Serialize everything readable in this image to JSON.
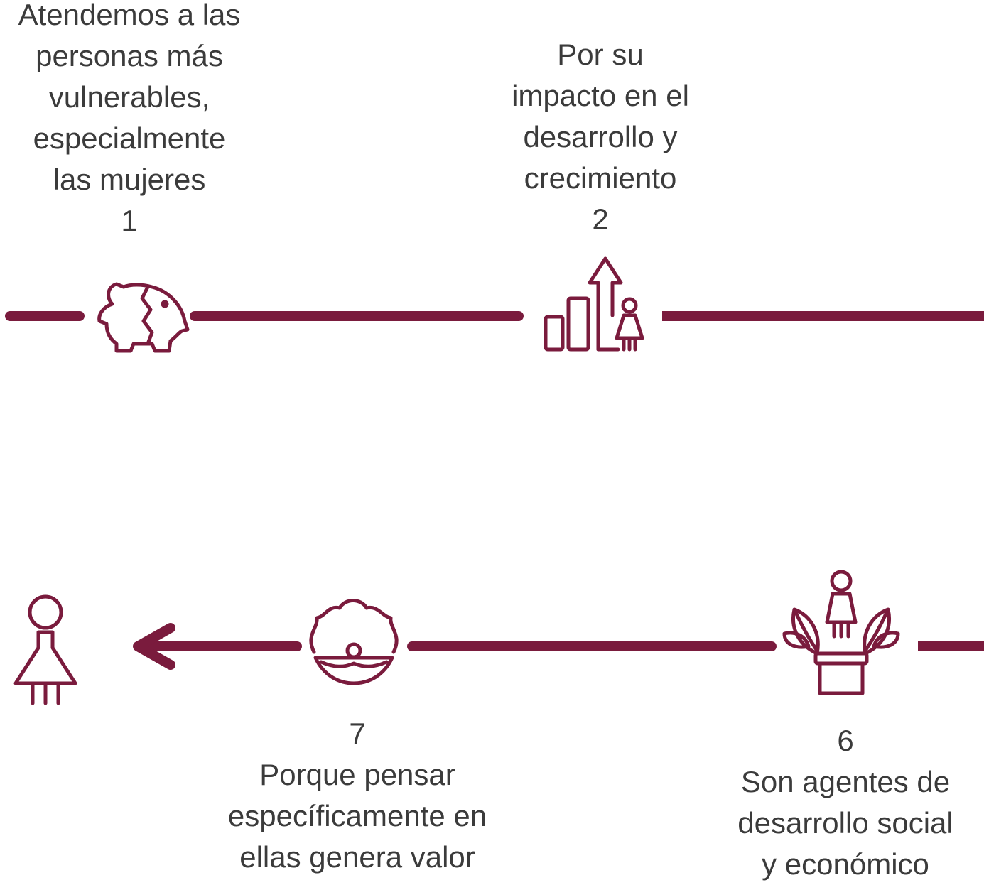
{
  "colors": {
    "accent": "#7a1b3d",
    "text": "#3b3b3b"
  },
  "steps": [
    {
      "number": "1",
      "lines": [
        "Atendemos a las",
        "personas más",
        "vulnerables,",
        "especialmente",
        "las mujeres"
      ],
      "icon": "broken-piggy-bank-icon"
    },
    {
      "number": "2",
      "lines": [
        "Por su",
        "impacto en el",
        "desarrollo y",
        "crecimiento"
      ],
      "icon": "growth-chart-woman-icon"
    },
    {
      "number": "6",
      "lines": [
        "Son agentes de",
        "desarrollo social",
        "y económico"
      ],
      "icon": "woman-plant-pot-icon"
    },
    {
      "number": "7",
      "lines": [
        "Porque pensar",
        "específicamente en",
        "ellas genera valor"
      ],
      "icon": "pearl-oyster-icon"
    }
  ],
  "end_icon": "woman-icon"
}
